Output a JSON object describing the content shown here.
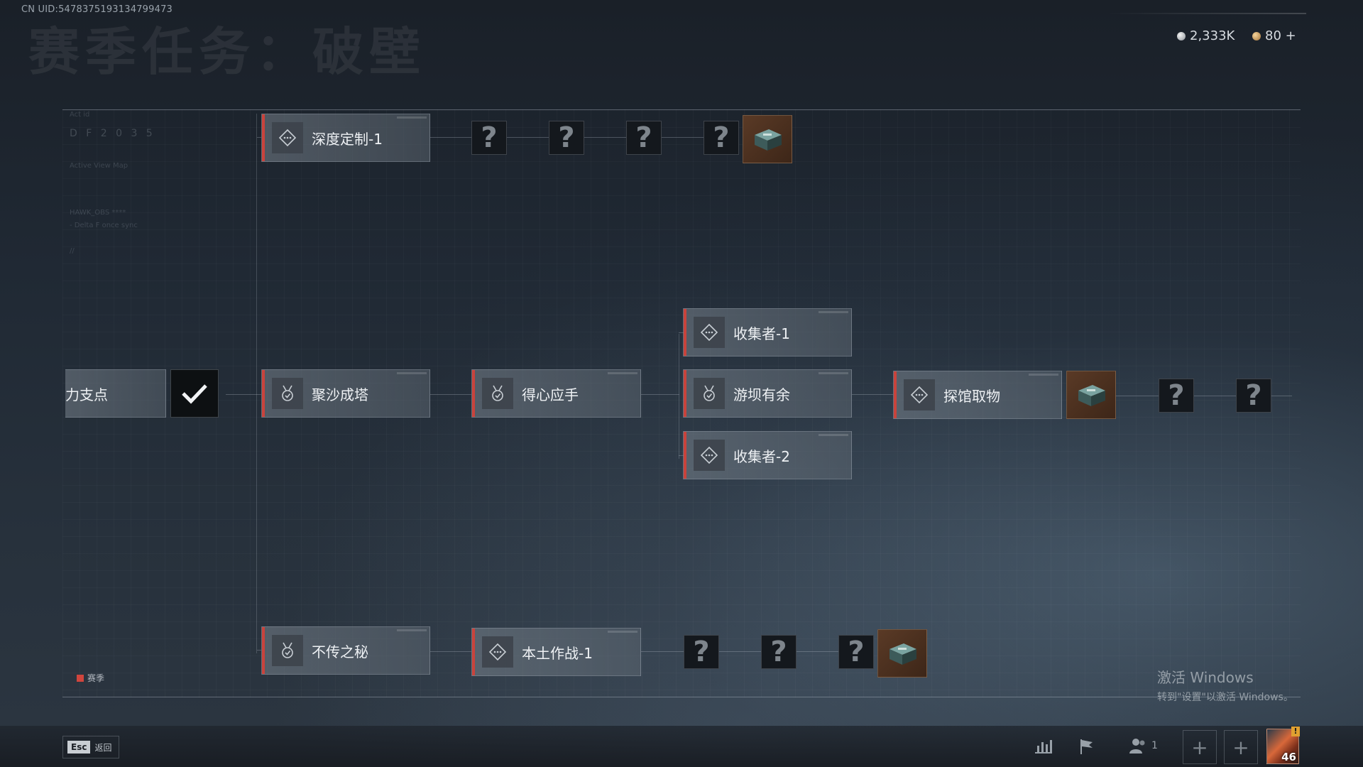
{
  "header": {
    "uid": "CN UID:5478375193134799473",
    "bg_title": "赛季任务：破壁",
    "silver_amount": "2,333K",
    "gold_amount": "80 +"
  },
  "side_panel": {
    "df_text": "D F  2  0  3  5",
    "line1": "Act id",
    "line2": "Active View Map",
    "line3": "HAWK_OBS ****",
    "line4": "- Delta F  once sync",
    "line5": "//"
  },
  "tree": {
    "row_top": {
      "quest": "深度定制-1",
      "unknown": [
        "?",
        "?",
        "?",
        "?"
      ]
    },
    "row_mid": {
      "start_quest": "力支点",
      "quest_1": "聚沙成塔",
      "quest_2": "得心应手",
      "branch_top": "收集者-1",
      "branch_mid": "游坝有余",
      "branch_bottom": "收集者-2",
      "quest_3": "探馆取物",
      "unknown": [
        "?",
        "?"
      ]
    },
    "row_bottom": {
      "quest_1": "不传之秘",
      "quest_2": "本土作战-1",
      "unknown": [
        "?",
        "?",
        "?"
      ]
    }
  },
  "legend": {
    "label": "赛季",
    "color": "#d0453d"
  },
  "watermark": {
    "line1": "激活 Windows",
    "line2": "转到\"设置\"以激活 Windows。"
  },
  "bottom_bar": {
    "esc_key": "Esc",
    "esc_label": "返回",
    "party_count": "1",
    "add_symbol": "+",
    "player_level": "46",
    "alert": "!"
  },
  "colors": {
    "accent": "#c9433c",
    "node_bg": "#5f6973"
  }
}
